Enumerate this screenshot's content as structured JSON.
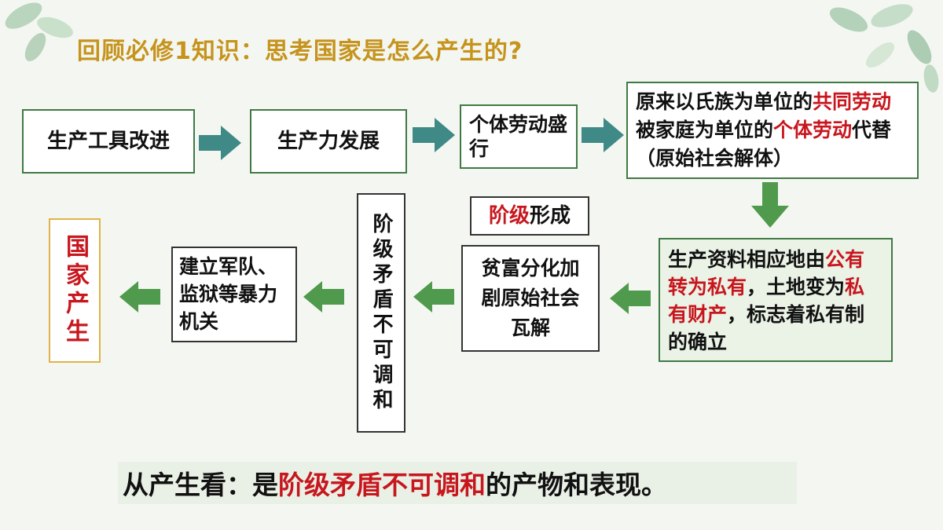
{
  "slide": {
    "title": "回顾必修1知识：思考国家是怎么产生的?"
  },
  "flow": {
    "tools": "生产工具改进",
    "productivity": "生产力发展",
    "individual_labor": "个体劳动盛行",
    "replace": {
      "p1": "原来以氏族为单位的",
      "r1": "共同劳动",
      "p2": "被家庭为单位的",
      "r2": "个体劳动",
      "p3": "代替（原始社会解体）"
    },
    "private": {
      "p1": "生产资料相应地由",
      "r1": "公有转为私有",
      "p2": "，土地变为",
      "r2": "私有财产",
      "p3": "，标志着私有制的确立"
    },
    "polarize": "贫富分化加剧原始社会瓦解",
    "class_formed": {
      "r": "阶级",
      "p": "形成"
    },
    "contradiction": "阶级矛盾不可调和",
    "military": "建立军队、监狱等暴力机关",
    "state": "国家产生"
  },
  "conclusion": {
    "p1": "从产生看：是",
    "r1": "阶级矛盾不可调和",
    "p2": "的产物和表现。"
  },
  "colors": {
    "title": "#c6931c",
    "accent_red": "#c8161e",
    "arrow_teal": "#3f8a86",
    "arrow_green": "#4f9a4c",
    "box_border_green": "#3f7a44"
  }
}
